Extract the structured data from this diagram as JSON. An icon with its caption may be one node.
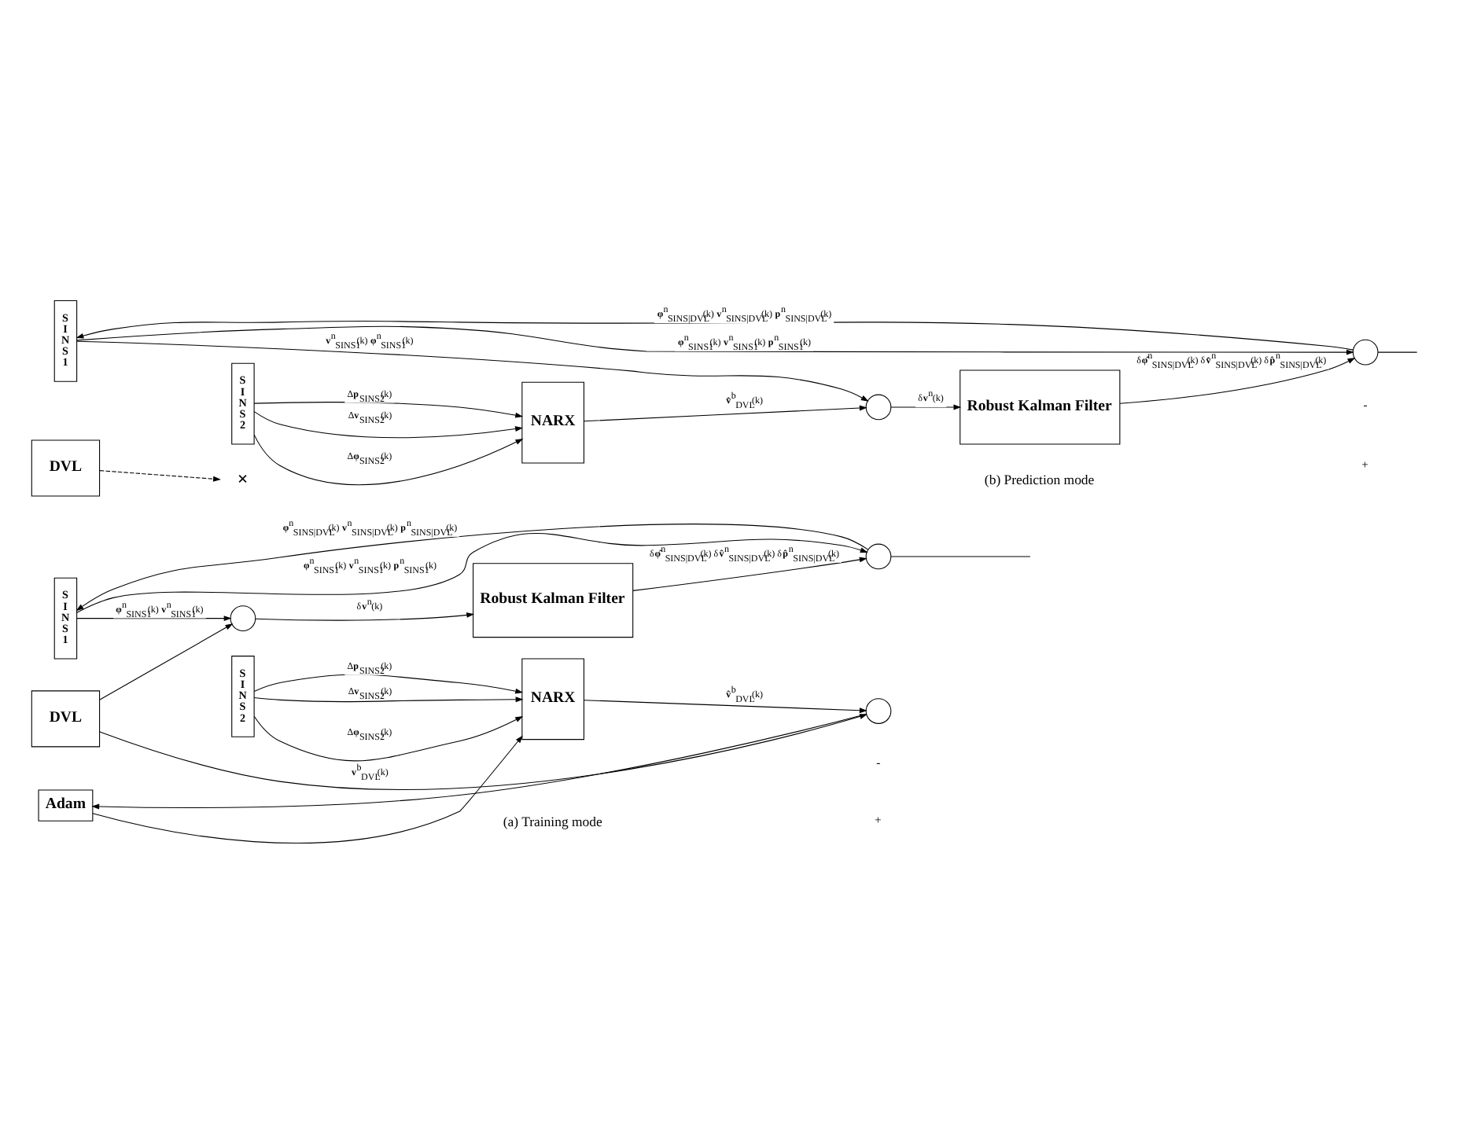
{
  "diagram": {
    "nodes": [
      {
        "text": [
          "DVL"
        ]
      },
      {
        "text": [
          "S I N S 1"
        ]
      },
      {
        "text": [
          "S I N S 2"
        ]
      },
      {
        "text": [
          "NARX"
        ]
      },
      {
        "text": [
          "Adam"
        ]
      },
      {
        "text": [],
        "shape": "circle"
      },
      {
        "text": [],
        "shape": "circle"
      },
      {
        "text": [
          "Robust Kalman Filter"
        ]
      },
      {
        "text": [],
        "shape": "circle"
      },
      {
        "text": [
          "DVL"
        ]
      },
      {
        "text": [
          "×"
        ]
      },
      {
        "text": [
          "S I N S 1"
        ]
      },
      {
        "text": [
          "S I N S 2"
        ]
      },
      {
        "text": [
          "NARX"
        ]
      },
      {
        "text": [],
        "shape": "circle"
      },
      {
        "text": [
          "Robust Kalman Filter"
        ]
      },
      {
        "text": [],
        "shape": "circle"
      }
    ],
    "edges": [
      {
        "from": 0,
        "to": 5,
        "arrow": "to",
        "label": "**v**$^{b}$$_{DVL}$(k)"
      },
      {
        "from": 0,
        "to": 6,
        "arrow": "to"
      },
      {
        "from": 2,
        "to": 3,
        "arrow": "to",
        "label": "Δ**φ**$_{SINS2}$(k)"
      },
      {
        "from": 2,
        "to": 3,
        "arrow": "to",
        "label": "Δ**v**$_{SINS2}$(k)"
      },
      {
        "from": 2,
        "to": 3,
        "arrow": "to",
        "label": "Δ**p**$_{SINS2}$(k)"
      },
      {
        "from": 3,
        "to": 5,
        "arrow": "to",
        "label": "**v̂**$^{b}$$_{DVL}$(k)"
      },
      {
        "from": 5,
        "to": 4,
        "arrow": "to"
      },
      {
        "from": 4,
        "to": 3,
        "arrow": "to"
      },
      {
        "from": 1,
        "to": 6,
        "arrow": "to",
        "label": "**φ**$^{n}$$_{SINS1}$(k) **v**$^{n}$$_{SINS1}$(k)"
      },
      {
        "from": 6,
        "to": 7,
        "arrow": "to",
        "label": "δ**v**$^{n}$(k)"
      },
      {
        "from": 7,
        "to": 8,
        "arrow": "to",
        "label": "δ**φ̂**$^{n}$$_{SINS|DVL}$(k) δ**v̂**$^{n}$$_{SINS|DVL}$(k) δ**p̂**$^{n}$$_{SINS|DVL}$(k)"
      },
      {
        "from": 1,
        "to": 8,
        "arrow": "to",
        "label": "**φ**$^{n}$$_{SINS1}$(k) **v**$^{n}$$_{SINS1}$(k) **p**$^{n}$$_{SINS1}$(k)"
      },
      {
        "from": 8,
        "to": 1,
        "arrow": "to",
        "label": "**φ**$^{n}$$_{SINS|DVL}$(k) **v**$^{n}$$_{SINS|DVL}$(k) **p**$^{n}$$_{SINS|DVL}$(k)"
      },
      {
        "from": 8,
        "to": null,
        "arrow": "none"
      },
      {
        "from": 9,
        "to": 10,
        "arrow": "to",
        "style": "dashed"
      },
      {
        "from": 12,
        "to": 13,
        "arrow": "to",
        "label": "Δ**φ**$_{SINS2}$(k)"
      },
      {
        "from": 12,
        "to": 13,
        "arrow": "to",
        "label": "Δ**v**$_{SINS2}$(k)"
      },
      {
        "from": 12,
        "to": 13,
        "arrow": "to",
        "label": "Δ**p**$_{SINS2}$(k)"
      },
      {
        "from": 13,
        "to": 14,
        "arrow": "to",
        "label": "**v̂**$^{b}$$_{DVL}$(k)"
      },
      {
        "from": 11,
        "to": 14,
        "arrow": "to",
        "label": "**v**$^{n}$$_{SINS1}$(k) **φ**$^{n}$$_{SINS1}$(k)"
      },
      {
        "from": 14,
        "to": 15,
        "arrow": "to",
        "label": "δ**v**$^{n}$(k)"
      },
      {
        "from": 15,
        "to": 16,
        "arrow": "to",
        "label": "δ**φ̂**$^{n}$$_{SINS|DVL}$(k) δ**v̂**$^{n}$$_{SINS|DVL}$(k) δ**p̂**$^{n}$$_{SINS|DVL}$(k)"
      },
      {
        "from": 11,
        "to": 16,
        "arrow": "to",
        "label": "**φ**$^{n}$$_{SINS1}$(k) **v**$^{n}$$_{SINS1}$(k) **p**$^{n}$$_{SINS1}$(k)"
      },
      {
        "from": 16,
        "to": 11,
        "arrow": "to",
        "label": "**φ**$^{n}$$_{SINS|DVL}$(k) **v**$^{n}$$_{SINS|DVL}$(k) **p**$^{n}$$_{SINS|DVL}$(k)"
      },
      {
        "from": 16,
        "to": null,
        "arrow": "none"
      }
    ],
    "labels": [
      "-",
      "+",
      "(a) Training mode",
      "-",
      "+",
      "(b) Prediction mode"
    ]
  }
}
